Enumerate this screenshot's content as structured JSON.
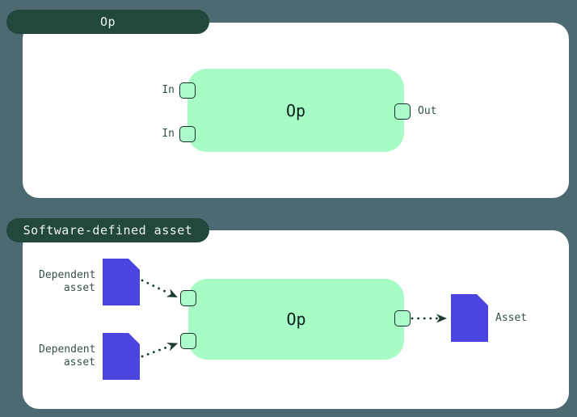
{
  "colors": {
    "background": "#4d6a72",
    "panel": "#ffffff",
    "tab_fill": "#22483e",
    "tab_text": "#eef4f1",
    "op_node_fill": "#a7fbc5",
    "op_node_text": "#0d211c",
    "port_fill": "#abfcca",
    "port_border": "#143029",
    "label_text": "#35514d",
    "asset_fill": "#4c44de",
    "arrow": "#1c3b33"
  },
  "op_panel": {
    "tab_label": "Op",
    "node_label": "Op",
    "input_labels": [
      "In",
      "In"
    ],
    "output_label": "Out"
  },
  "sda_panel": {
    "tab_label": "Software-defined asset",
    "node_label": "Op",
    "dependent_asset_labels": [
      "Dependent asset",
      "Dependent asset"
    ],
    "asset_label": "Asset"
  }
}
